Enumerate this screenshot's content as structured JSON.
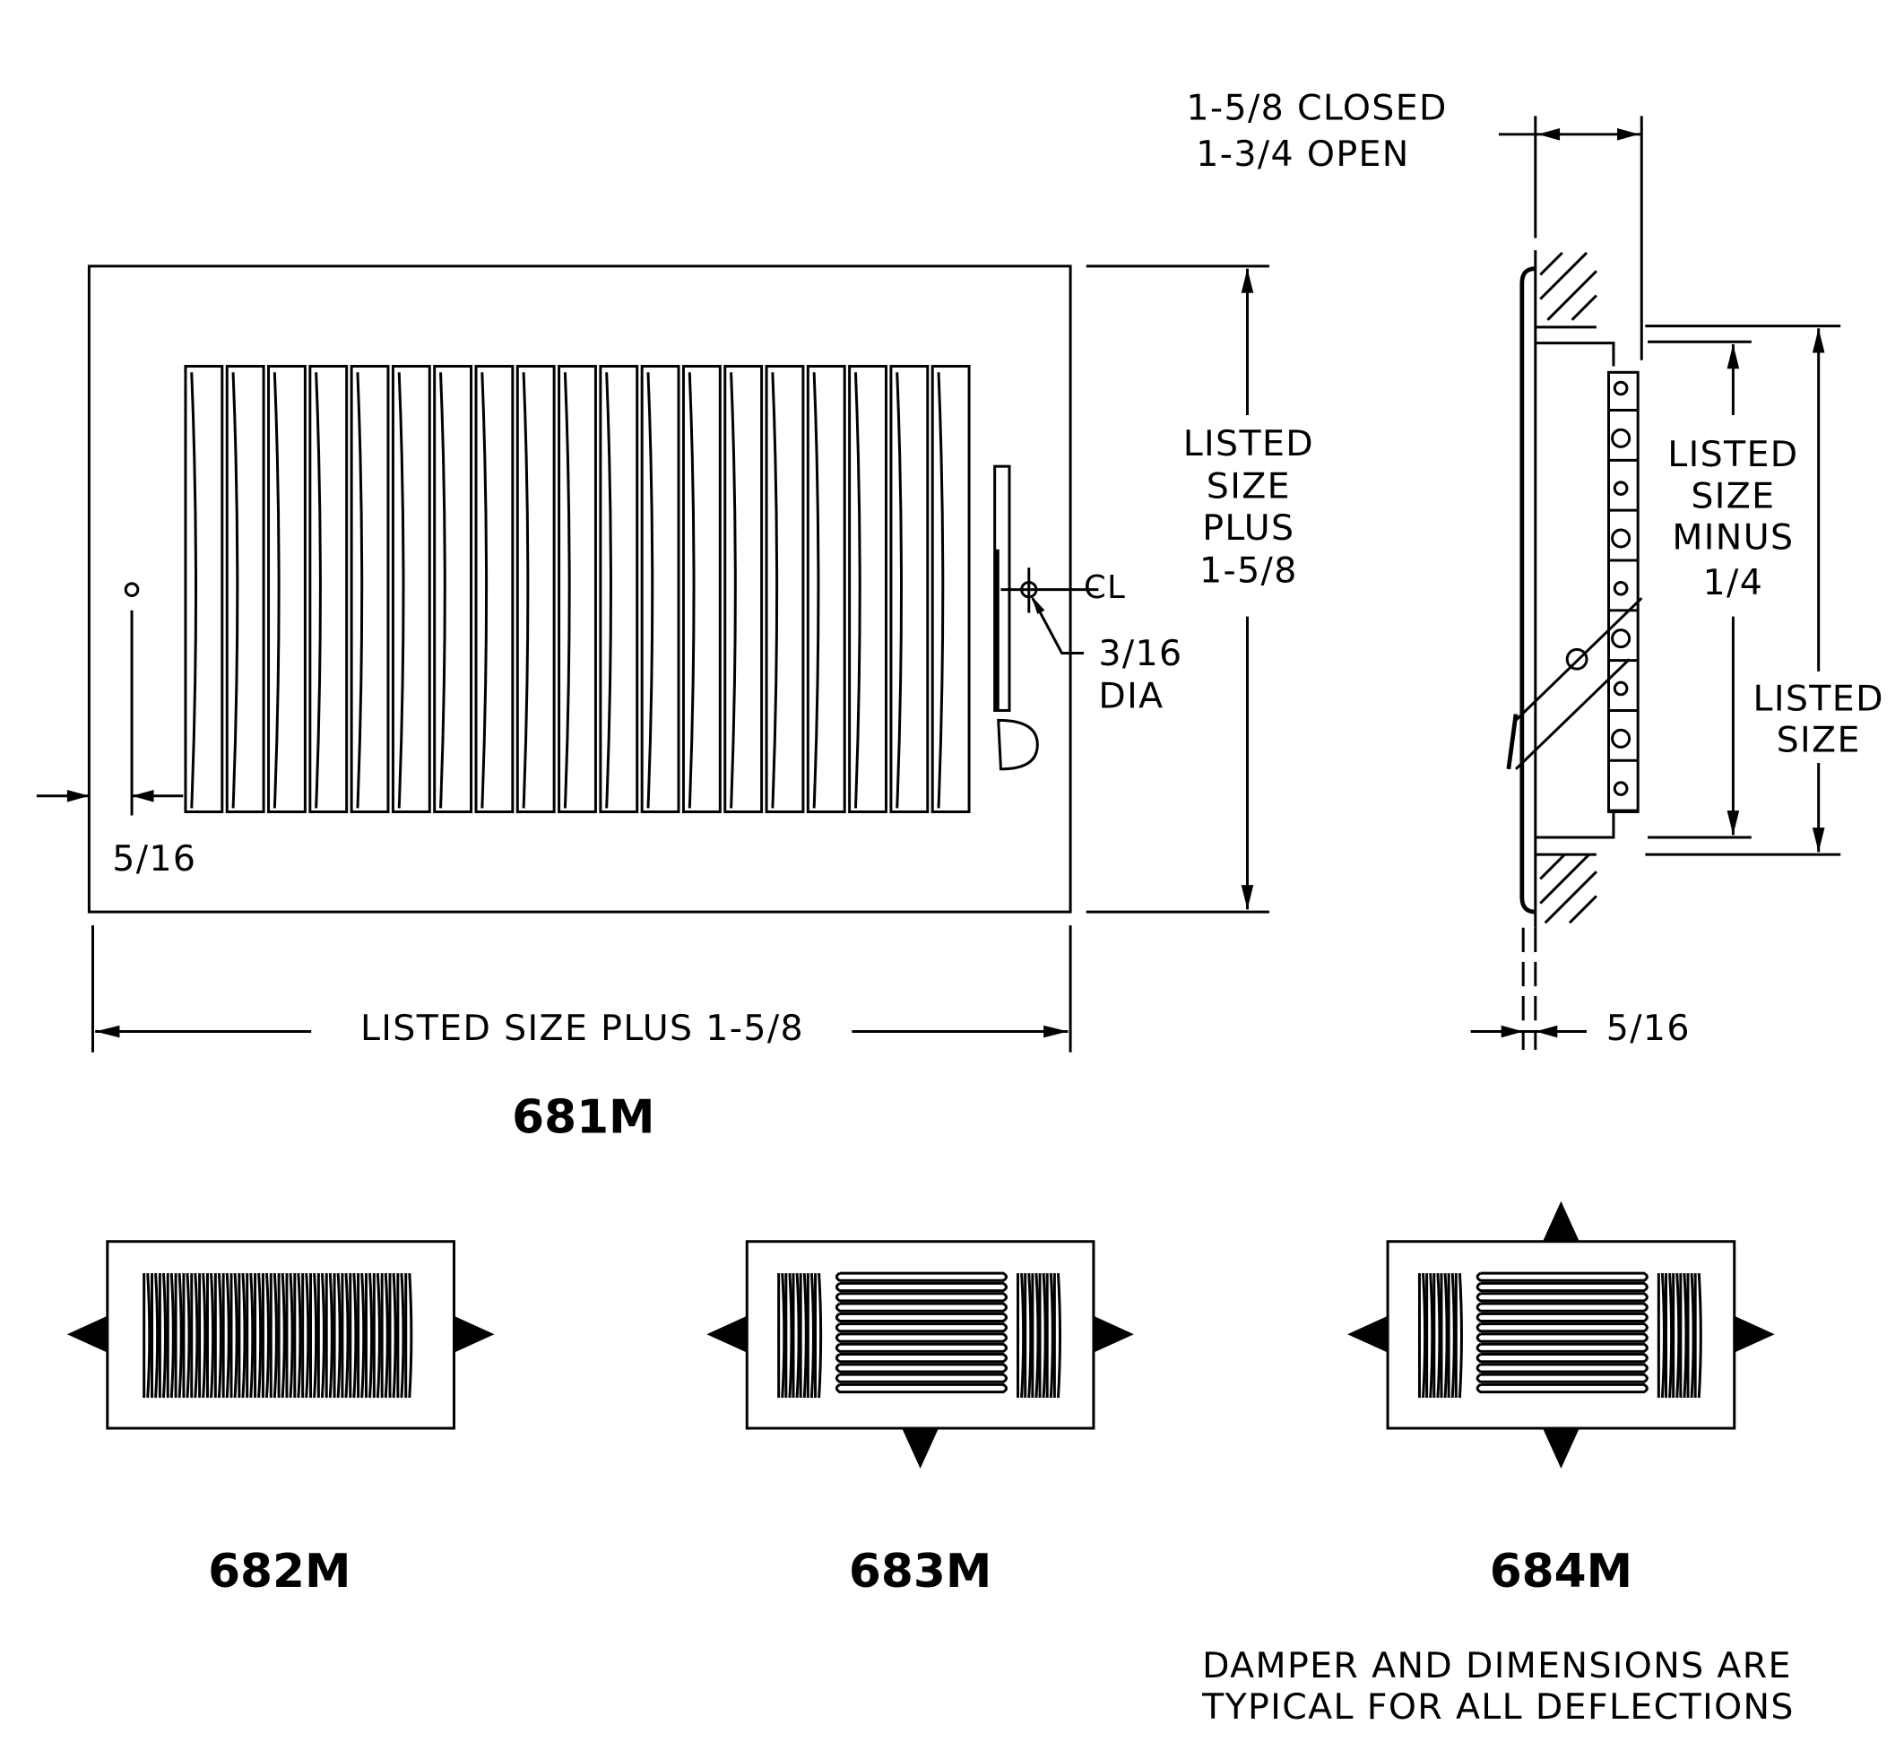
{
  "top_note": {
    "line1": "1-5/8  CLOSED",
    "line2": "1-3/4   OPEN"
  },
  "front_view": {
    "height_dim": [
      "LISTED",
      "SIZE",
      "PLUS",
      "1-5/8"
    ],
    "width_dim": "LISTED  SIZE  PLUS  1-5/8",
    "margin_dim": "5/16",
    "hole_dim": [
      "3/16",
      "DIA"
    ],
    "centerline": "CL",
    "model": "681M",
    "louver_count": 19
  },
  "side_view": {
    "inner_dim": [
      "LISTED",
      "SIZE",
      "MINUS",
      "1/4"
    ],
    "outer_dim": [
      "LISTED",
      "SIZE"
    ],
    "flange_dim": "5/16"
  },
  "variants": [
    {
      "model": "682M",
      "deflection": "2-way"
    },
    {
      "model": "683M",
      "deflection": "3-way"
    },
    {
      "model": "684M",
      "deflection": "4-way"
    }
  ],
  "footnote": {
    "line1": "DAMPER  AND  DIMENSIONS  ARE",
    "line2": "TYPICAL  FOR  ALL  DEFLECTIONS"
  }
}
